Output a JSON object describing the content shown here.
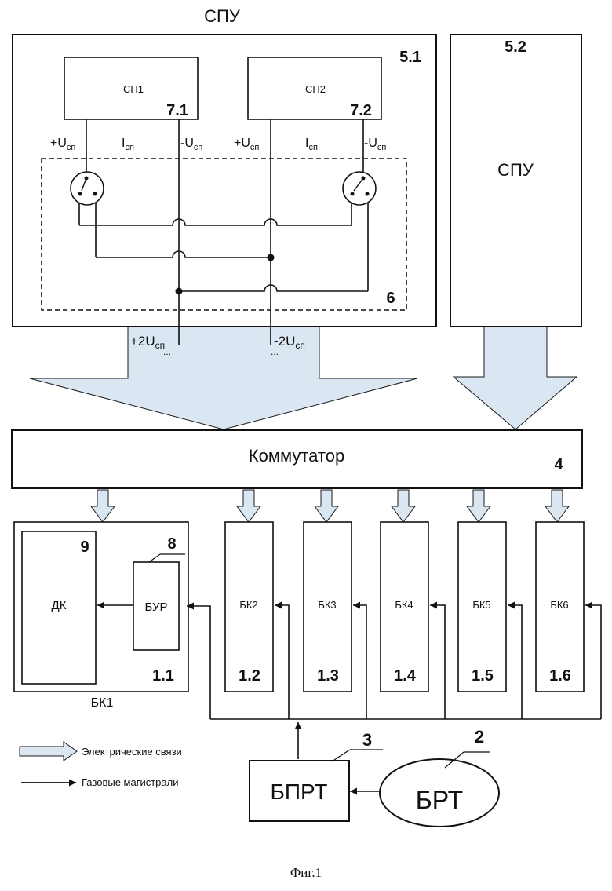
{
  "diagram": {
    "spu_top_label": "СПУ",
    "spu_left": {
      "number": "5.1",
      "sp1": {
        "label": "СП1",
        "number": "7.1"
      },
      "sp2": {
        "label": "СП2",
        "number": "7.2"
      },
      "wire_plus_u_main": "+U",
      "wire_minus_u_main": "-U",
      "wire_i_main": "I",
      "wire_sub": "сп",
      "switch_block_number": "6",
      "out_plus_main": "+2U",
      "out_minus_main": "-2U",
      "out_sub": "сп",
      "out_dots": "..."
    },
    "spu_right": {
      "number": "5.2",
      "label": "СПУ"
    },
    "commutator": {
      "label": "Коммутатор",
      "number": "4"
    },
    "bk1": {
      "name": "БК1",
      "number": "1.1",
      "dk": {
        "label": "ДК",
        "number": "9"
      },
      "bur": {
        "label": "БУР",
        "number": "8"
      }
    },
    "bks": [
      {
        "label": "БК2",
        "number": "1.2"
      },
      {
        "label": "БК3",
        "number": "1.3"
      },
      {
        "label": "БК4",
        "number": "1.4"
      },
      {
        "label": "БК5",
        "number": "1.5"
      },
      {
        "label": "БК6",
        "number": "1.6"
      }
    ],
    "bprt": {
      "label": "БПРТ",
      "number": "3"
    },
    "brt": {
      "label": "БРТ",
      "number": "2"
    },
    "legend": {
      "electrical": "Электрические связи",
      "gas": "Газовые магистрали"
    },
    "caption": "Фиг.1",
    "colors": {
      "arrow_fill": "#dae6f2",
      "line": "#111111"
    }
  }
}
